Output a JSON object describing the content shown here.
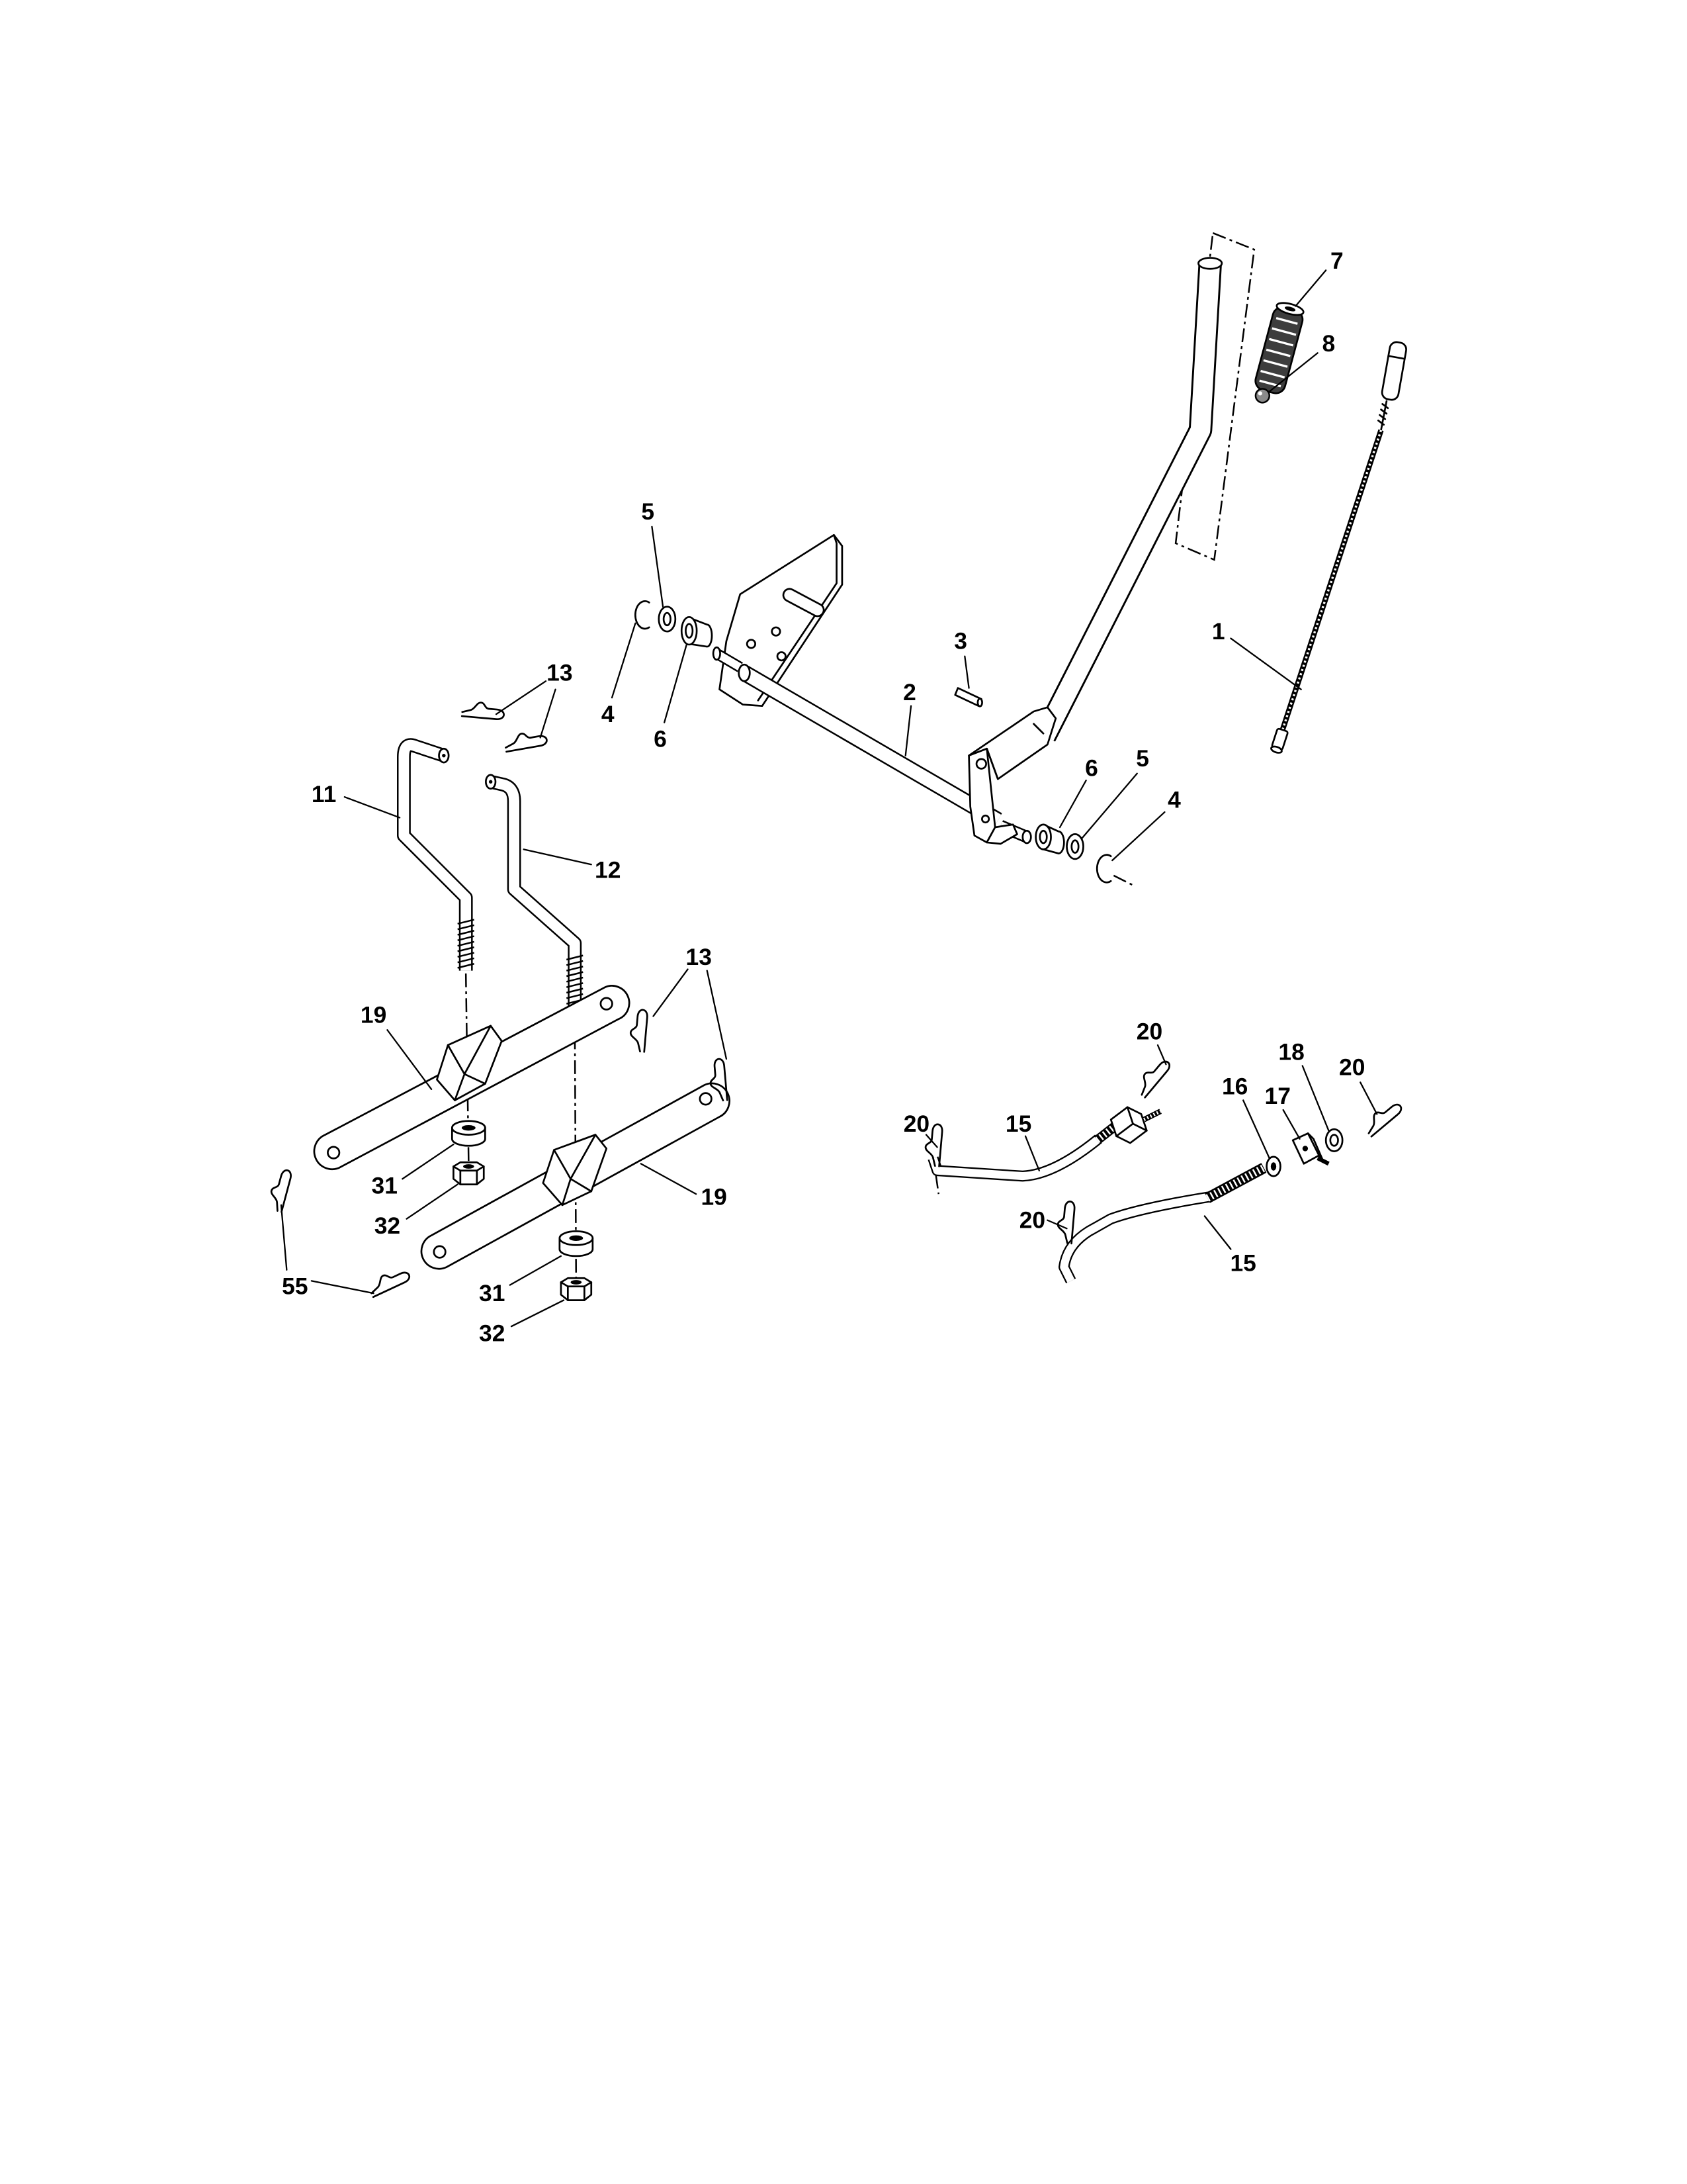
{
  "colors": {
    "line": "#000000",
    "background": "#ffffff"
  },
  "callouts": {
    "handle_group": [
      "7",
      "8",
      "1",
      "5",
      "4",
      "6",
      "3",
      "2",
      "6",
      "5",
      "4"
    ],
    "lift_links": [
      "13",
      "11",
      "12",
      "13",
      "19",
      "19",
      "31",
      "32",
      "31",
      "32",
      "55"
    ],
    "adjuster": [
      "20",
      "20",
      "15",
      "16",
      "18",
      "17",
      "20",
      "20",
      "15"
    ]
  }
}
